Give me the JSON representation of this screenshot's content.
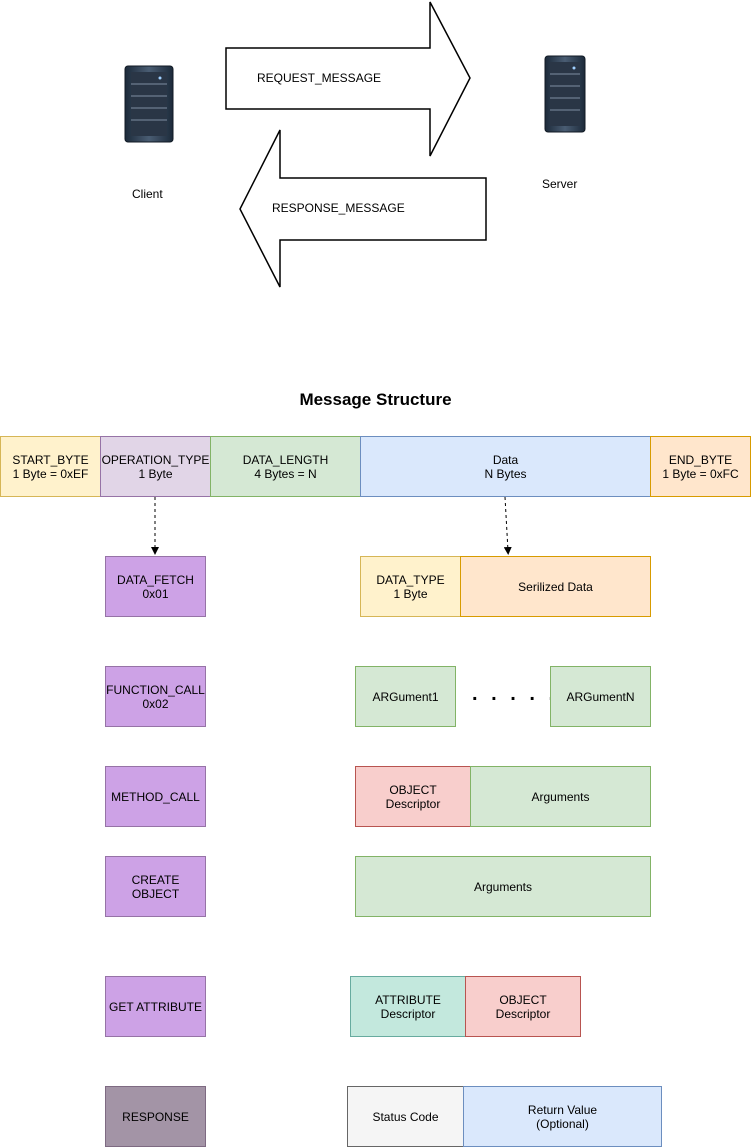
{
  "diagram": {
    "client_label": "Client",
    "server_label": "Server",
    "request_label": "REQUEST_MESSAGE",
    "response_label": "RESPONSE_MESSAGE",
    "title": "Message Structure",
    "fields": [
      {
        "name": "START_BYTE",
        "detail": "1 Byte = 0xEF"
      },
      {
        "name": "OPERATION_TYPE",
        "detail": "1 Byte"
      },
      {
        "name": "DATA_LENGTH",
        "detail": "4 Bytes = N"
      },
      {
        "name": "Data",
        "detail": "N Bytes"
      },
      {
        "name": "END_BYTE",
        "detail": "1 Byte = 0xFC"
      }
    ],
    "operations": [
      {
        "name": "DATA_FETCH",
        "code": "0x01"
      },
      {
        "name": "FUNCTION_CALL",
        "code": "0x02"
      },
      {
        "name": "METHOD_CALL",
        "code": ""
      },
      {
        "name": "CREATE",
        "code": "OBJECT"
      },
      {
        "name": "GET ATTRIBUTE",
        "code": ""
      },
      {
        "name": "RESPONSE",
        "code": ""
      }
    ],
    "data_fetch_payload": {
      "data_type": "DATA_TYPE",
      "data_type_size": "1 Byte",
      "serialized": "Serilized Data"
    },
    "function_call_payload": {
      "first_arg": "ARGument1",
      "ellipsis": ". . . . .",
      "last_arg": "ARGumentN"
    },
    "method_call_payload": {
      "object_line1": "OBJECT",
      "object_line2": "Descriptor",
      "arguments": "Arguments"
    },
    "create_object_payload": {
      "arguments": "Arguments"
    },
    "get_attribute_payload": {
      "attribute_line1": "ATTRIBUTE",
      "attribute_line2": "Descriptor",
      "object_line1": "OBJECT",
      "object_line2": "Descriptor"
    },
    "response_payload": {
      "status": "Status Code",
      "return_line1": "Return Value",
      "return_line2": "(Optional)"
    }
  }
}
